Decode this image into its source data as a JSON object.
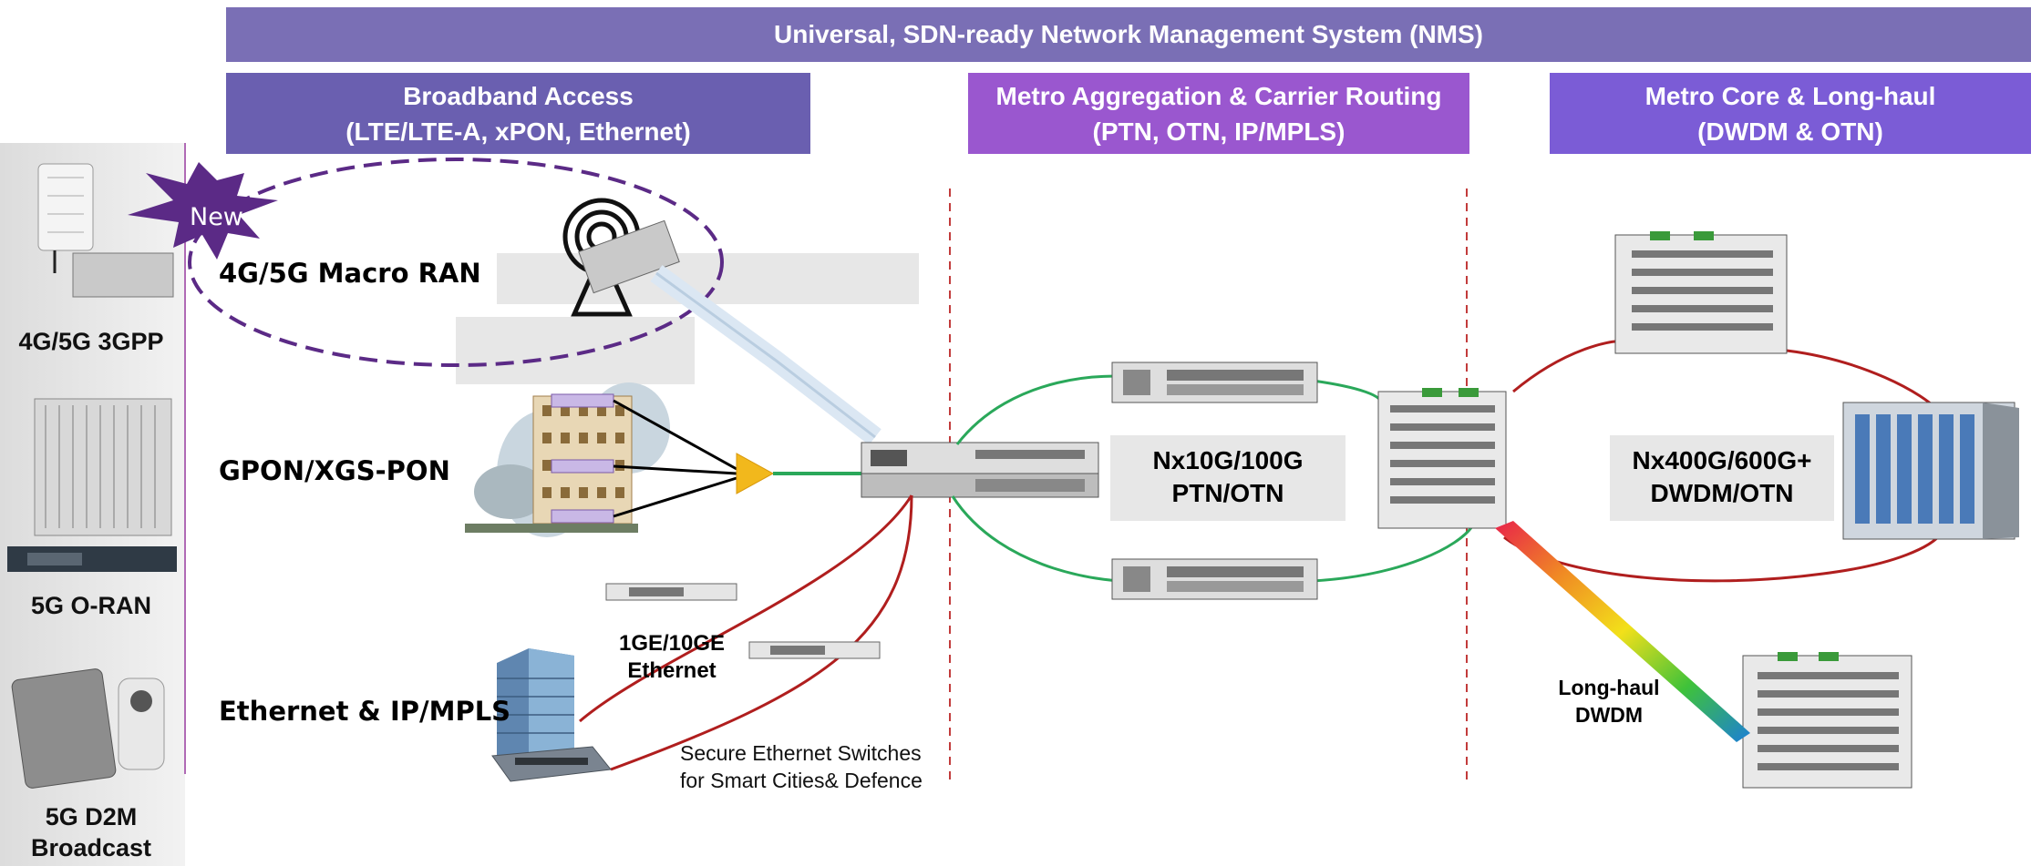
{
  "header": {
    "title": "Universal, SDN-ready Network Management System (NMS)"
  },
  "segments": [
    {
      "line1": "Broadband Access",
      "line2": "(LTE/LTE-A, xPON, Ethernet)"
    },
    {
      "line1": "Metro Aggregation & Carrier Routing",
      "line2": "(PTN, OTN, IP/MPLS)"
    },
    {
      "line1": "Metro Core & Long-haul",
      "line2": "(DWDM & OTN)"
    }
  ],
  "sidebar": {
    "items": [
      "4G/5G 3GPP",
      "5G O-RAN",
      "5G D2M",
      "Broadcast"
    ]
  },
  "badge": {
    "text": "New"
  },
  "access_rows": {
    "ran": "4G/5G Macro RAN",
    "pon": "GPON/XGS-PON",
    "eth": "Ethernet & IP/MPLS"
  },
  "ethernet_label": {
    "line1": "1GE/10GE",
    "line2": "Ethernet"
  },
  "secure_label": {
    "line1": "Secure Ethernet Switches",
    "line2": "for Smart Cities& Defence"
  },
  "metro_label": {
    "line1": "Nx10G/100G",
    "line2": "PTN/OTN"
  },
  "core_label": {
    "line1": "Nx400G/600G+",
    "line2": "DWDM/OTN"
  },
  "longhaul_label": {
    "line1": "Long-haul",
    "line2": "DWDM"
  },
  "colors": {
    "nms": "#7a6fb5",
    "access": "#6a5fb0",
    "metro": "#9a57cf",
    "core": "#7b5cd6",
    "ring_red": "#b01e1e",
    "ring_green": "#2aa85a",
    "badge": "#5b2a86"
  }
}
